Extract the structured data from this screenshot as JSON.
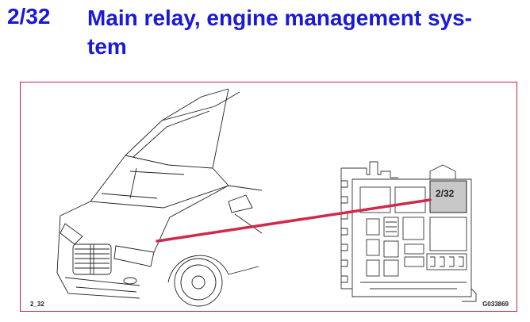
{
  "header": {
    "number": "2/32",
    "title": "Main relay, engine management sys- tem"
  },
  "figure": {
    "relay_label": "2/32",
    "code_left": "2_32",
    "code_right": "G033869",
    "callout_color": "#d02a4a",
    "frame_color": "#c8203a",
    "highlight_color": "#c8c8c8"
  }
}
